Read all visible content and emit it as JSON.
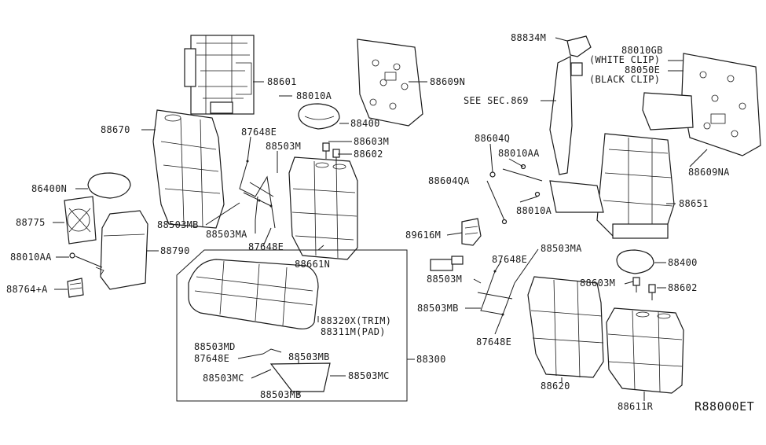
{
  "diagram_code": "R88000ET",
  "parts": {
    "p88601": "88601",
    "p88010A_top": "88010A",
    "p88609N": "88609N",
    "p88670": "88670",
    "p87648E_top": "87648E",
    "p88503M_top": "88503M",
    "p88400_left": "88400",
    "p88603M_left": "88603M",
    "p88602_left": "88602",
    "p86400N": "86400N",
    "p88775": "88775",
    "p88010AA_left": "88010AA",
    "p88764A": "88764+A",
    "p88790": "88790",
    "p88503MB_left": "88503MB",
    "p88503MA_left": "88503MA",
    "p87648E_mid": "87648E",
    "p88661N": "88661N",
    "p88320X": "88320X(TRIM)",
    "p88311M": "88311M(PAD)",
    "p88300": "88300",
    "p88503MD": "88503MD",
    "p87648E_bot": "87648E",
    "p88503MB_bot": "88503MB",
    "p88503MC_left": "88503MC",
    "p88503MC_right": "88503MC",
    "p88503MB_bot2": "88503MB",
    "p88834M": "88834M",
    "p88010GB": "88010GB",
    "white_clip": "(WHITE CLIP)",
    "p88050E": "88050E",
    "black_clip": "(BLACK CLIP)",
    "see_sec": "SEE SEC.869",
    "p88604Q": "88604Q",
    "p88010AA_right": "88010AA",
    "p88604QA": "88604QA",
    "p88010A_right": "88010A",
    "p88651": "88651",
    "p88609NA": "88609NA",
    "p89616M": "89616M",
    "p87648E_right": "87648E",
    "p88503MA_right": "88503MA",
    "p88503M_right": "88503M",
    "p88503MB_right": "88503MB",
    "p87648E_right2": "87648E",
    "p88400_right": "88400",
    "p88603M_right": "88603M",
    "p88602_right": "88602",
    "p88620": "88620",
    "p88611R": "88611R"
  }
}
